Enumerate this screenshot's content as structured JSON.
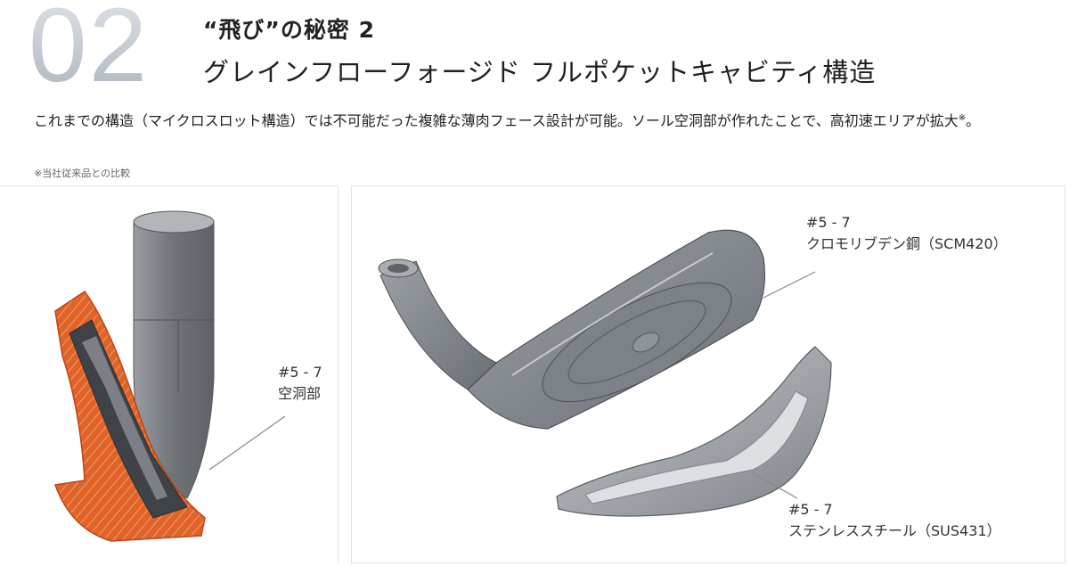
{
  "header": {
    "number": "02",
    "subtitle": "“飛び”の秘密 2",
    "title": "グレインフローフォージド フルポケットキャビティ構造"
  },
  "description": {
    "text": "これまでの構造（マイクロスロット構造）では不可能だった複雑な薄肉フェース設計が可能。ソール空洞部が作れたことで、高初速エリアが拡大",
    "mark": "※",
    "end": "。"
  },
  "note": "※当社従来品との比較",
  "callouts": {
    "cavity": {
      "range": "#5 - 7",
      "name": "空洞部"
    },
    "body": {
      "range": "#5 - 7",
      "name": "クロモリブデン鋼（SCM420）"
    },
    "sole": {
      "range": "#5 - 7",
      "name": "ステンレススチール（SUS431）"
    }
  },
  "colors": {
    "cross_section": "#e0642a",
    "steel": "#8a8e93",
    "line": "#8a8a8a"
  }
}
